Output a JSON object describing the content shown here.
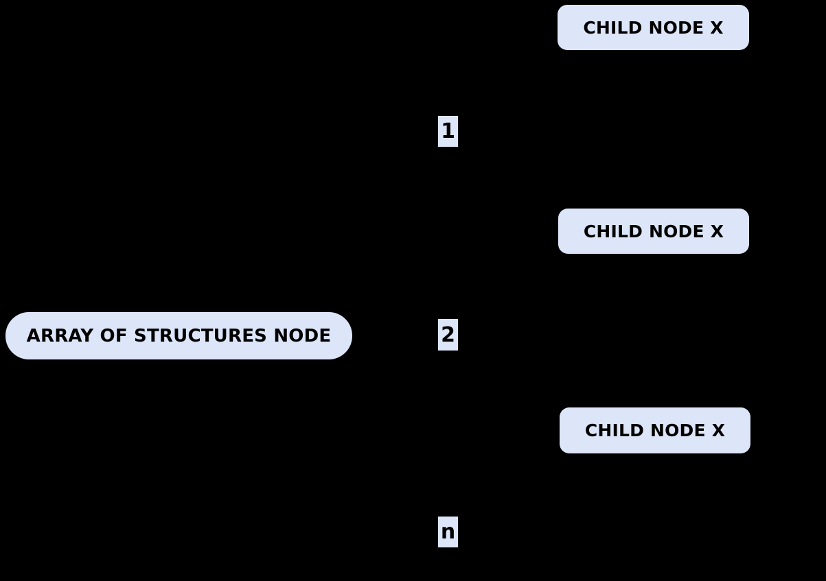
{
  "diagram": {
    "background_color": "#000000",
    "node_fill_color": "#dce6f8",
    "node_text_color": "#000000",
    "edge_color": "#000000",
    "parent_node": {
      "label": "ARRAY OF STRUCTURES NODE"
    },
    "children": [
      {
        "label": "CHILD NODE X",
        "edge_label": "1"
      },
      {
        "label": "CHILD NODE X",
        "edge_label": "2"
      },
      {
        "label": "CHILD NODE X",
        "edge_label": "n"
      }
    ]
  }
}
